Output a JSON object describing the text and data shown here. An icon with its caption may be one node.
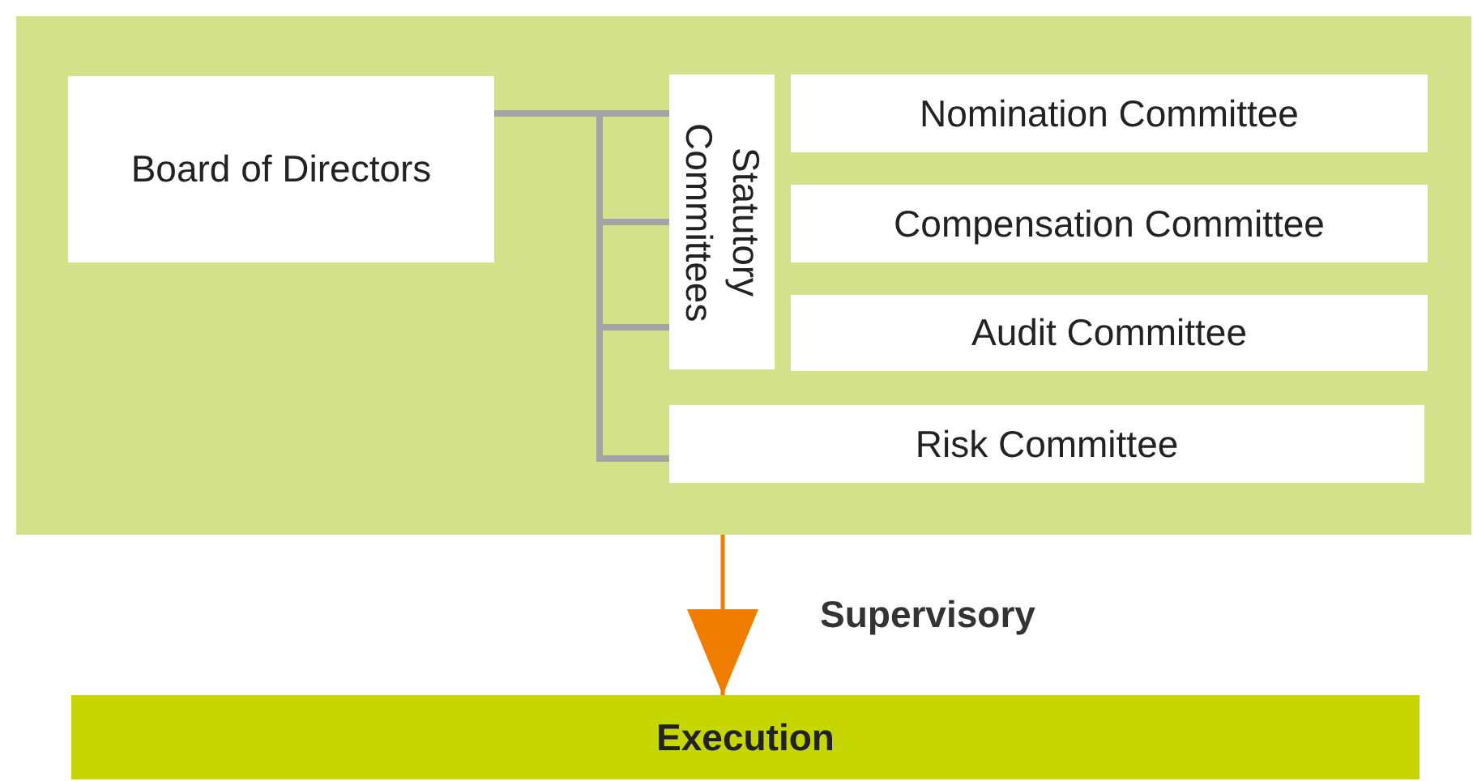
{
  "diagram": {
    "nodes": [
      {
        "text": [],
        "shape": "box"
      },
      {
        "text": [
          "Board of Directors"
        ],
        "in": 0
      },
      {
        "text": [
          "Statutory Committees"
        ],
        "in": 0
      },
      {
        "text": [
          "Nomination Committee"
        ],
        "in": 0
      },
      {
        "text": [
          "Compensation Committee"
        ],
        "in": 0
      },
      {
        "text": [
          "Audit Committee"
        ],
        "in": 0
      },
      {
        "text": [
          "Risk Committee"
        ],
        "in": 0
      },
      {
        "text": [
          "Execution"
        ]
      }
    ],
    "edges": [
      {
        "from": 1,
        "to": 2,
        "arrow": "none"
      },
      {
        "from": 1,
        "to": 2,
        "arrow": "none"
      },
      {
        "from": 1,
        "to": 2,
        "arrow": "none"
      },
      {
        "from": 1,
        "to": 6,
        "arrow": "none"
      },
      {
        "from": 0,
        "to": 7,
        "arrow": "to",
        "label": "Supervisory",
        "color": "#ef7d00"
      }
    ]
  }
}
